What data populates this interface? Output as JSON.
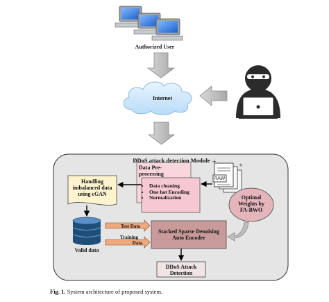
{
  "nodes": {
    "authorized_user": "Authorized User",
    "internet": "Internet",
    "module_title": "DDoS attack detection Module",
    "handling_line1": "Handling",
    "handling_line2": "imbalanced data",
    "handling_line3": "using cGAN",
    "prep_title_line1": "Data Pre-",
    "prep_title_line2": "processing",
    "prep_items": [
      "Data cleaning",
      "One hot Encoding",
      "Normalization"
    ],
    "raw_label": "RAW",
    "optimal_line1": "Optimal",
    "optimal_line2": "Weights by",
    "optimal_line3": "FA-BWO",
    "valid_data": "Valid data",
    "test_data": "Test Data",
    "training_line1": "Training",
    "training_line2": "Data",
    "ssdae_line1": "Stacked Sparse Denoising",
    "ssdae_line2": "Auto Encoder",
    "detection_line1": "DDoS Attack",
    "detection_line2": "Detection"
  },
  "caption": {
    "fig_label": "Fig. 1.",
    "text": "System architecture of proposed system."
  },
  "icons": [
    "computer-icon",
    "hacker-icon",
    "cloud-icon",
    "raw-file-icon",
    "database-icon"
  ],
  "colors": {
    "module_bg": "#e5e5e5",
    "handling_bg": "#fdf3cf",
    "prep_bg": "#f6c9d2",
    "ssdae_bg": "#c99a9a",
    "detection_bg": "#f1e4e4",
    "optimal_bg": "#e4b5bb",
    "arrow_fill": "#c6c6c6",
    "data_arrow": "#f0a97d",
    "database": "#1f4e79"
  }
}
